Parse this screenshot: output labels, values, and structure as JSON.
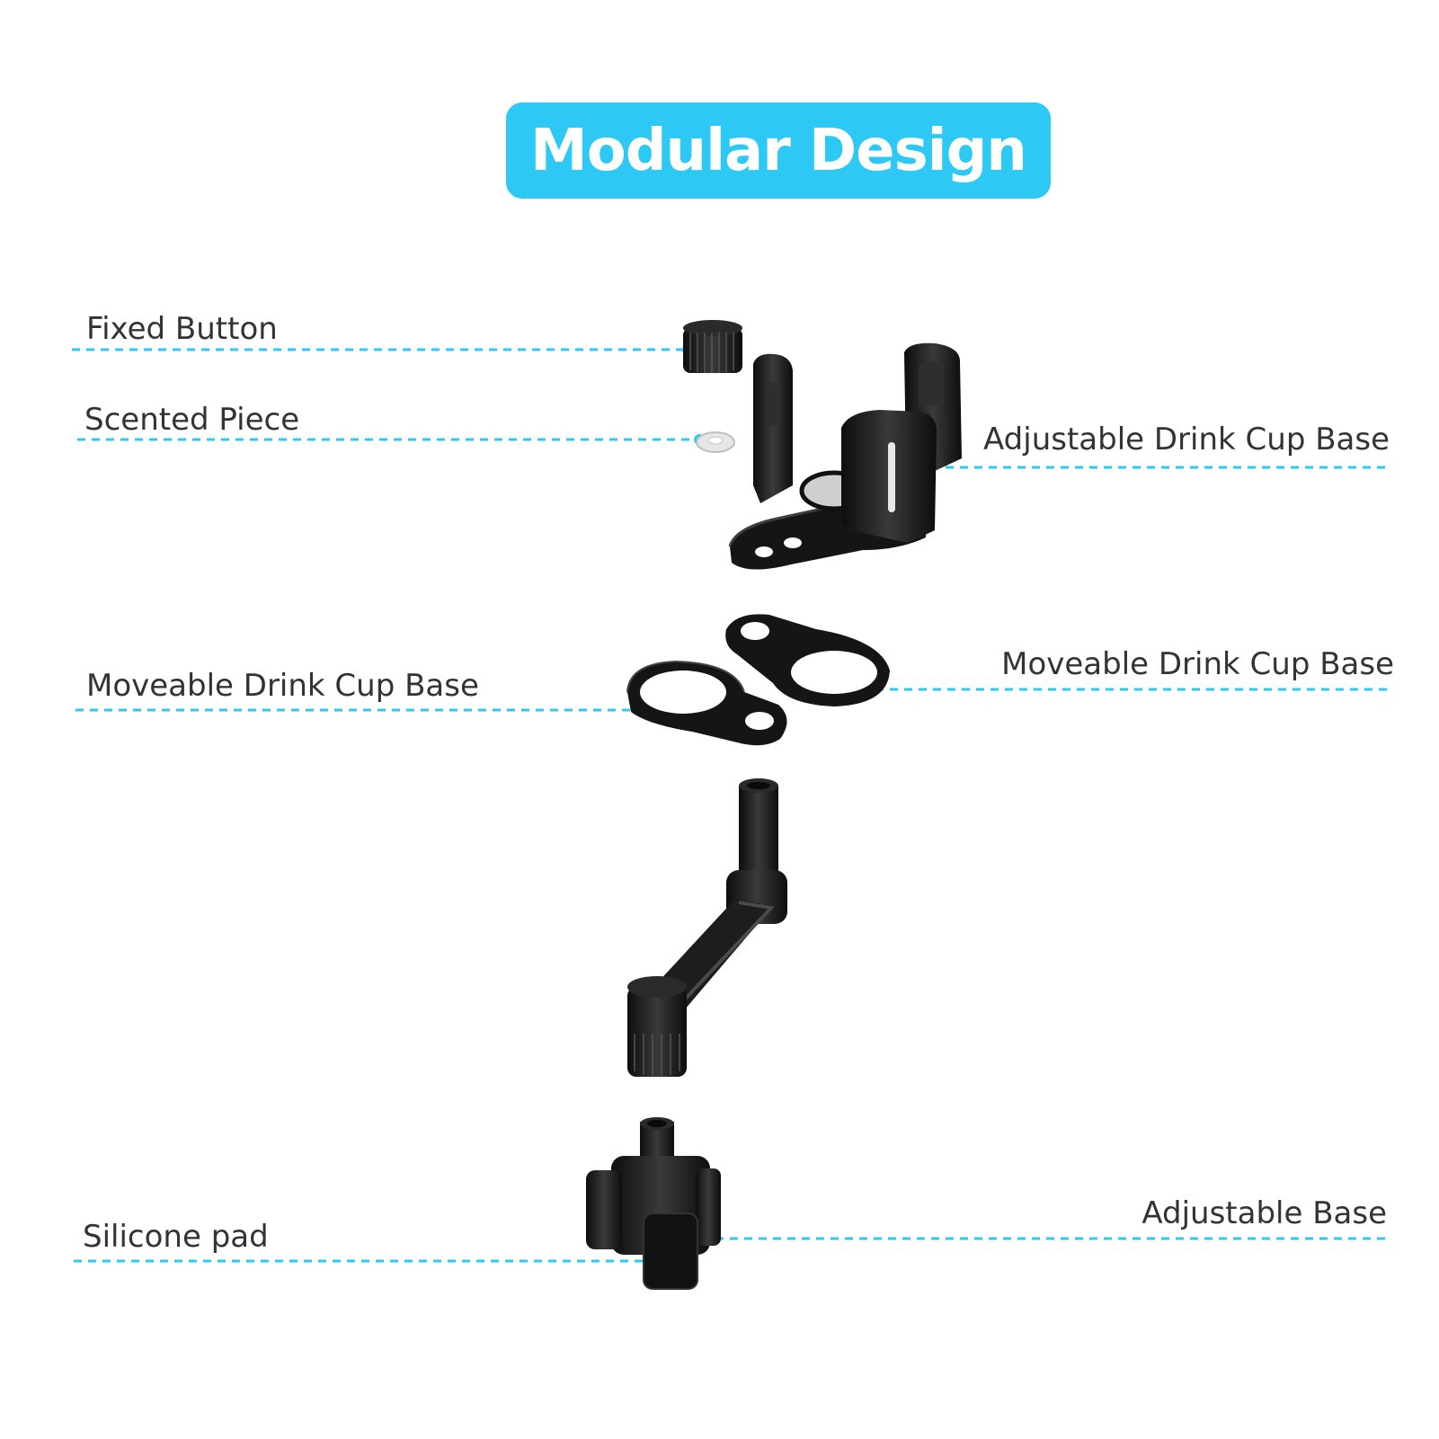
{
  "title": "Modular Design",
  "colors": {
    "accent": "#2ec8f4",
    "part": "#1a1a1a",
    "part_highlight": "#3a3a3a",
    "label_text": "#333333"
  },
  "parts": {
    "fixed_button": "Fixed Button",
    "scented_piece": "Scented Piece",
    "adjustable_drink_cup_base": "Adjustable Drink Cup Base",
    "moveable_drink_cup_base_left": "Moveable Drink Cup Base",
    "moveable_drink_cup_base_right": "Moveable Drink Cup Base",
    "silicone_pad": "Silicone pad",
    "adjustable_base": "Adjustable Base"
  }
}
